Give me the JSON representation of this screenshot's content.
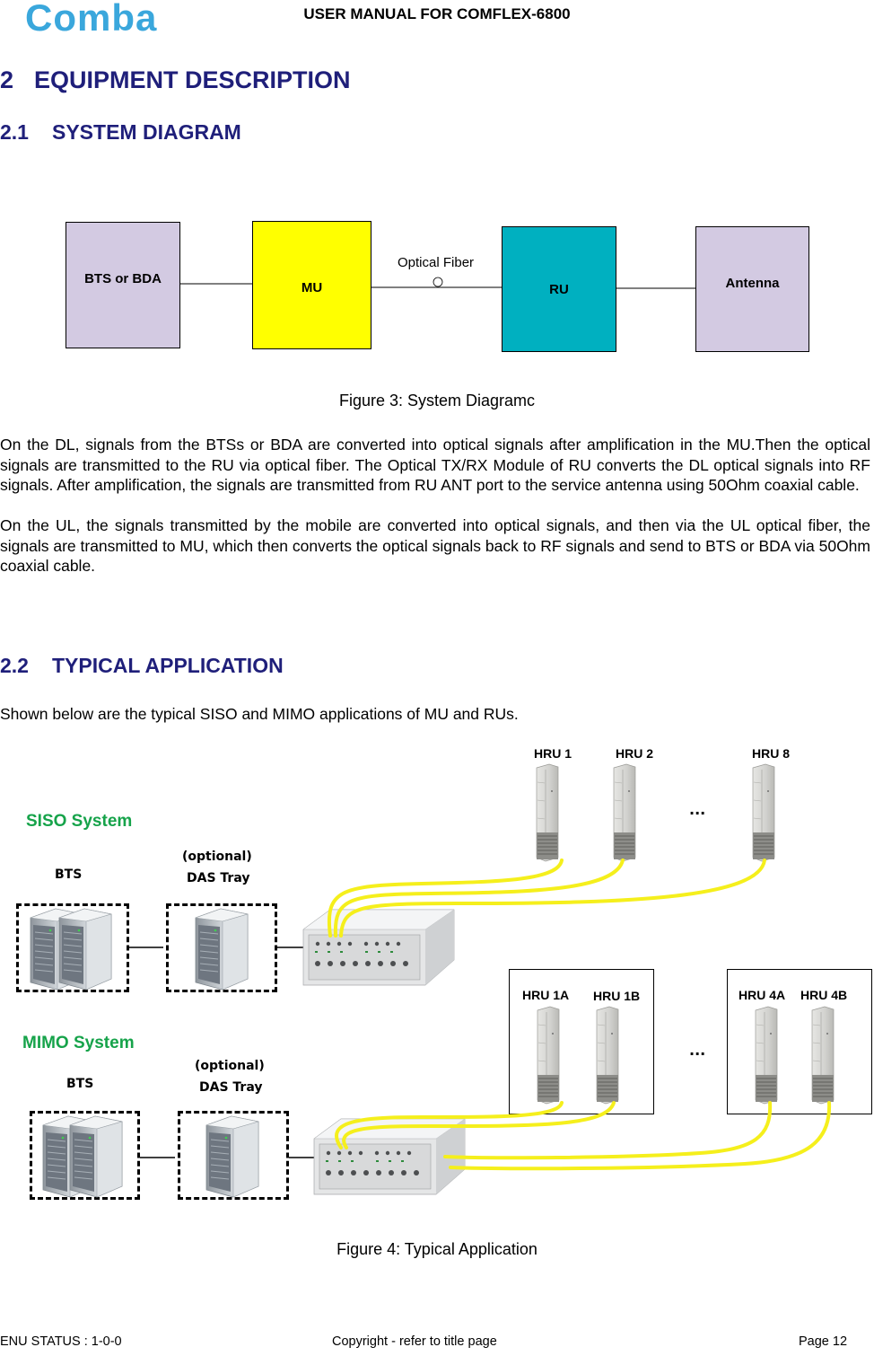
{
  "header": {
    "logo_text": "Comba",
    "title": "USER MANUAL FOR COMFLEX-6800"
  },
  "section": {
    "number": "2",
    "title": "EQUIPMENT DESCRIPTION"
  },
  "sub1": {
    "number": "2.1",
    "title": "SYSTEM DIAGRAM"
  },
  "diagram": {
    "bts": "BTS or BDA",
    "mu": "MU",
    "fiber": "Optical Fiber",
    "ru": "RU",
    "antenna": "Antenna",
    "colors": {
      "bts": "#d3cae2",
      "mu": "#ffff00",
      "ru": "#00b0c0",
      "antenna": "#d3cae2"
    }
  },
  "fig3_caption": "Figure 3: System Diagramc",
  "para1": "On the DL, signals from the BTSs or BDA are converted into optical signals after amplification in the MU.Then the optical signals are transmitted to the RU via optical fiber. The Optical TX/RX Module of RU converts the DL optical signals into RF signals. After amplification, the signals are transmitted from RU ANT port to the service antenna using 50Ohm coaxial cable.",
  "para2": "On the UL, the signals transmitted by the mobile are converted into optical signals, and then via the UL optical fiber, the signals are transmitted to MU, which then converts the optical signals back to RF signals and send to BTS or BDA via 50Ohm coaxial cable.",
  "sub2": {
    "number": "2.2",
    "title": "TYPICAL APPLICATION"
  },
  "para3": "Shown below are the typical SISO and MIMO applications of MU and RUs.",
  "app": {
    "siso_label": "SISO System",
    "mimo_label": "MIMO System",
    "bts1": "BTS",
    "bts2": "BTS",
    "optional1": "(optional)",
    "dastray1": "DAS Tray",
    "optional2": "(optional)",
    "dastray2": "DAS Tray",
    "hru1": "HRU 1",
    "hru2": "HRU 2",
    "hru8": "HRU 8",
    "hru1a": "HRU 1A",
    "hru1b": "HRU 1B",
    "hru4a": "HRU 4A",
    "hru4b": "HRU 4B",
    "ellipsis1": "...",
    "ellipsis2": "...",
    "cable_color": "#f5ef1c"
  },
  "fig4_caption": "Figure 4: Typical Application",
  "footer": {
    "left": "ENU STATUS : 1-0-0",
    "center": "Copyright - refer to title page",
    "right": "Page 12"
  }
}
